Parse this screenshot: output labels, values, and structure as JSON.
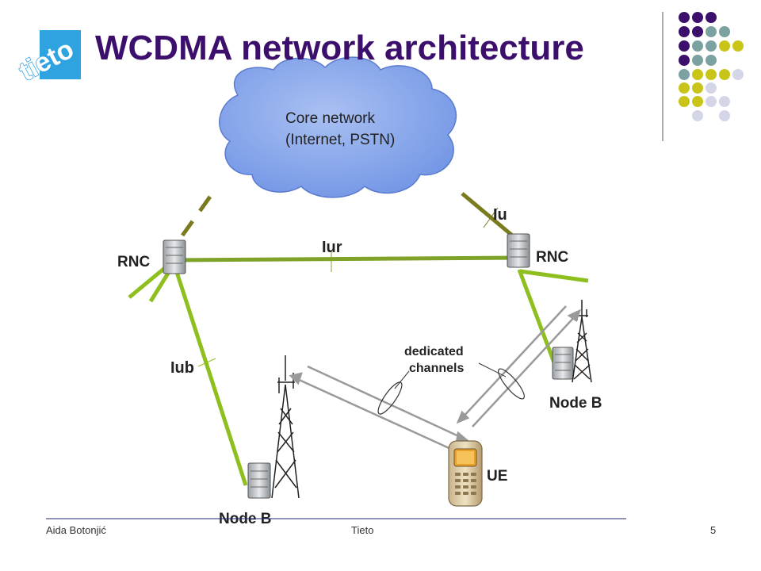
{
  "slide": {
    "title": "WCDMA network architecture",
    "logo_text": "tieto",
    "colors": {
      "title": "#3b0f6b",
      "logo_bg": "#2ea3e0",
      "iur_link": "#7fa329",
      "iub_link": "#8fbf1f",
      "iu_link": "#7a7a1f",
      "cloud": "#7ea0e8",
      "dot_purple": "#3b0f6b",
      "dot_teal": "#7ba1a1",
      "dot_olive": "#c9c418",
      "dot_lavender": "#d5d5e8"
    }
  },
  "diagram": {
    "core_network_line1": "Core network",
    "core_network_line2": "(Internet, PSTN)",
    "rnc_left_label": "RNC",
    "rnc_right_label": "RNC",
    "iu_label": "Iu",
    "iur_label": "Iur",
    "iub_label": "Iub",
    "dedicated_line1": "dedicated",
    "dedicated_line2": "channels",
    "node_b_right_label": "Node B",
    "node_b_left_label": "Node B",
    "ue_label": "UE"
  },
  "footer": {
    "author": "Aida Botonjić",
    "company": "Tieto",
    "page_number": "5"
  }
}
